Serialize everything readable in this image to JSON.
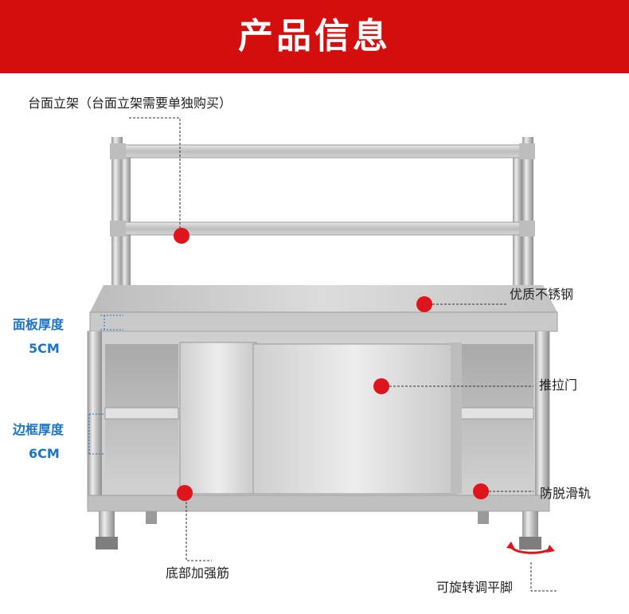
{
  "banner": {
    "title": "产品信息"
  },
  "labels": {
    "shelf": "台面立架（台面立架需要单独购买）",
    "steel": "优质不锈钢",
    "door": "推拉门",
    "rail": "防脱滑轨",
    "base": "底部加强筋",
    "foot": "可旋转调平脚"
  },
  "dimensions": {
    "panel_label": "面板厚度",
    "panel_value": "5CM",
    "frame_label": "边框厚度",
    "frame_value": "6CM"
  },
  "colors": {
    "banner": "#d40d0d",
    "marker": "#e0141c",
    "dimension": "#1c74c4"
  }
}
